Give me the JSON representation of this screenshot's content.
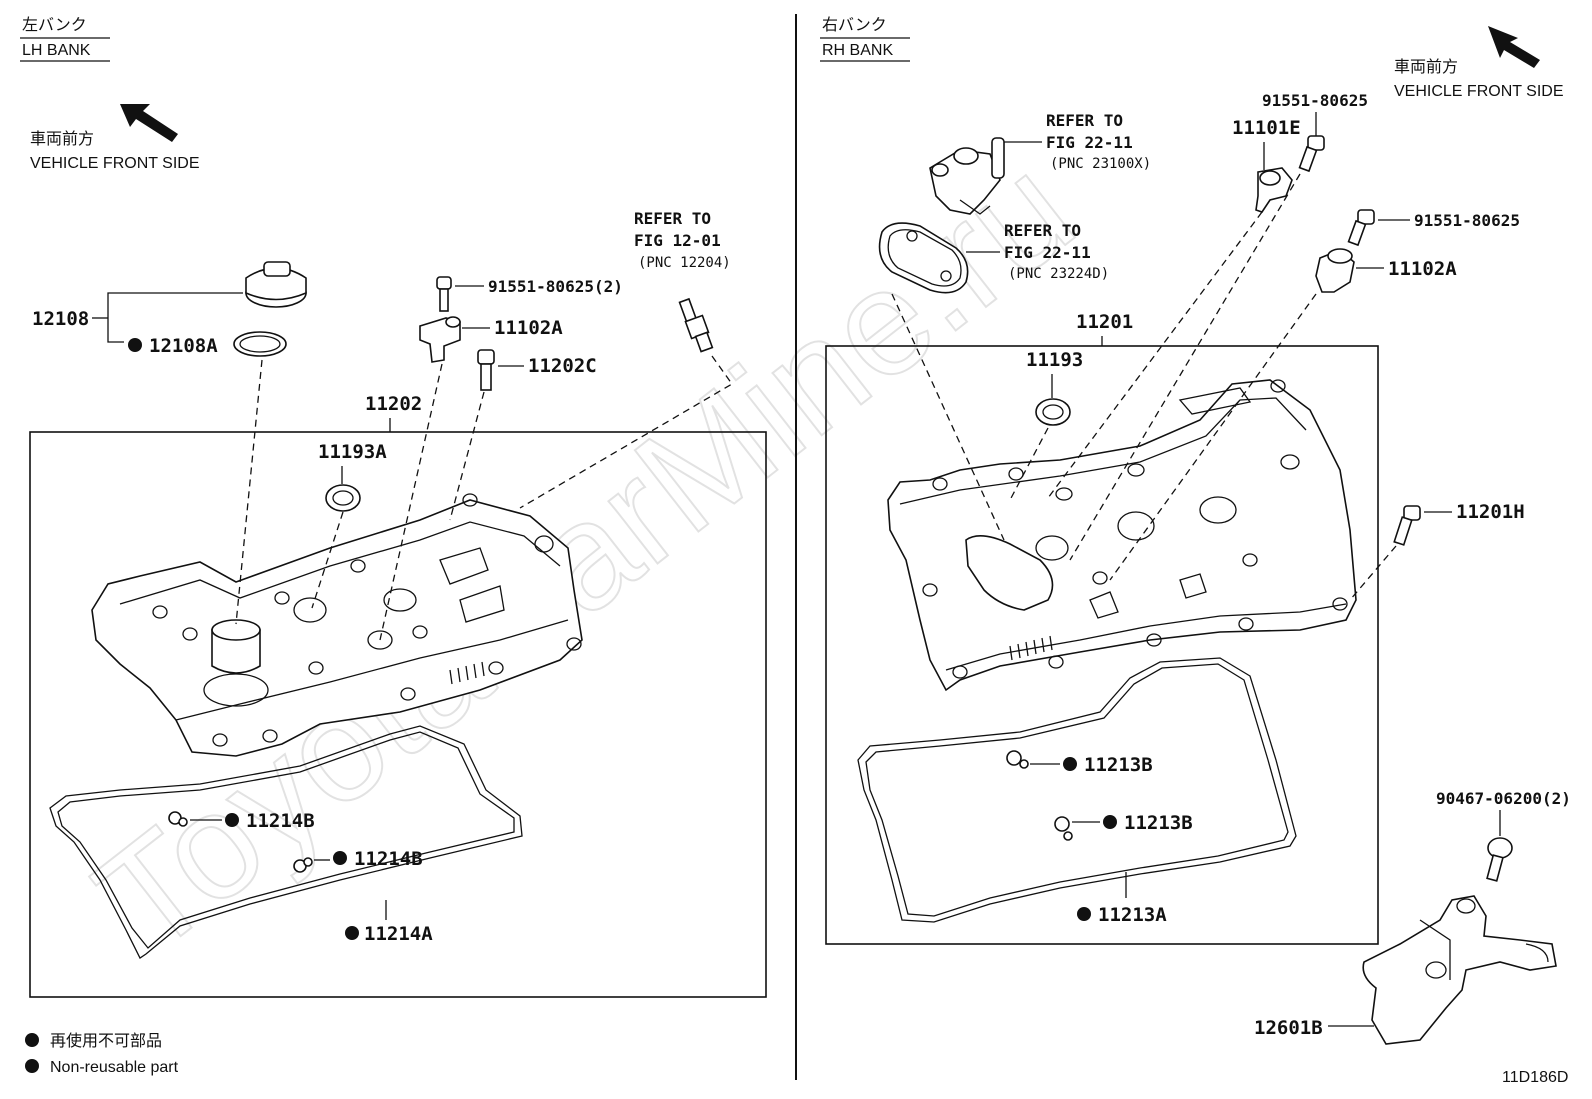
{
  "watermark": "ToyotaCarMine.ru",
  "diagram_code": "11D186D",
  "legend": {
    "jp": "再使用不可部品",
    "en": "Non-reusable part"
  },
  "lh": {
    "bank_jp": "左バンク",
    "bank_en": "LH BANK",
    "front_jp": "車両前方",
    "front_en": "VEHICLE FRONT SIDE",
    "refer_line1": "REFER TO",
    "refer_line2": "FIG 12-01",
    "refer_line3": "(PNC 12204)",
    "parts": {
      "p12108": "12108",
      "p12108A": "12108A",
      "p91551": "91551-80625(2)",
      "p11102A": "11102A",
      "p11202C": "11202C",
      "p11202": "11202",
      "p11193A": "11193A",
      "p11214B_1": "11214B",
      "p11214B_2": "11214B",
      "p11214A": "11214A"
    }
  },
  "rh": {
    "bank_jp": "右バンク",
    "bank_en": "RH BANK",
    "front_jp": "車両前方",
    "front_en": "VEHICLE FRONT SIDE",
    "refer1_line1": "REFER TO",
    "refer1_line2": "FIG 22-11",
    "refer1_line3": "(PNC 23100X)",
    "refer2_line1": "REFER TO",
    "refer2_line2": "FIG 22-11",
    "refer2_line3": "(PNC 23224D)",
    "parts": {
      "p91551_top": "91551-80625",
      "p11101E": "11101E",
      "p91551_mid": "91551-80625",
      "p11102A": "11102A",
      "p11201": "11201",
      "p11193": "11193",
      "p11201H": "11201H",
      "p11213B_1": "11213B",
      "p11213B_2": "11213B",
      "p11213A": "11213A",
      "p90467": "90467-06200(2)",
      "p12601B": "12601B"
    }
  }
}
